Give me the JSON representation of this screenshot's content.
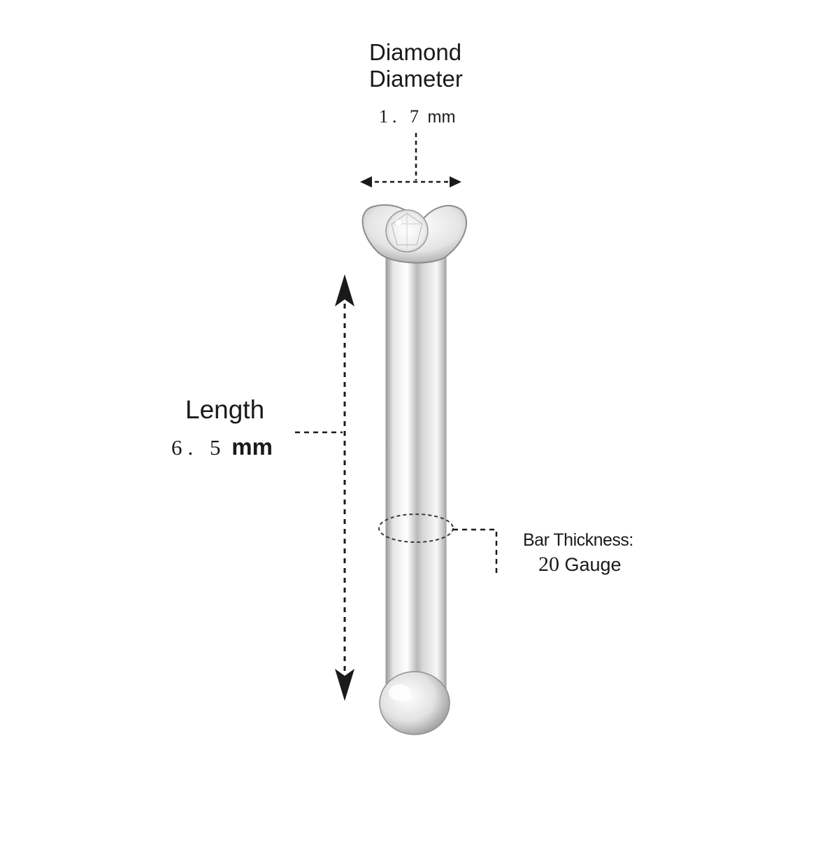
{
  "diamond": {
    "title_line1": "Diamond",
    "title_line2": "Diameter",
    "value_number": "1. 7",
    "value_unit": "mm"
  },
  "length": {
    "title": "Length",
    "value_number": "6. 5",
    "value_unit": "mm"
  },
  "bar": {
    "title": "Bar Thickness:",
    "value_number": "20",
    "value_unit": "Gauge"
  },
  "colors": {
    "metal_light": "#f4f4f4",
    "metal_mid": "#d2d2d2",
    "metal_dark": "#8c8c8c",
    "annotation": "#1a1a1a"
  }
}
